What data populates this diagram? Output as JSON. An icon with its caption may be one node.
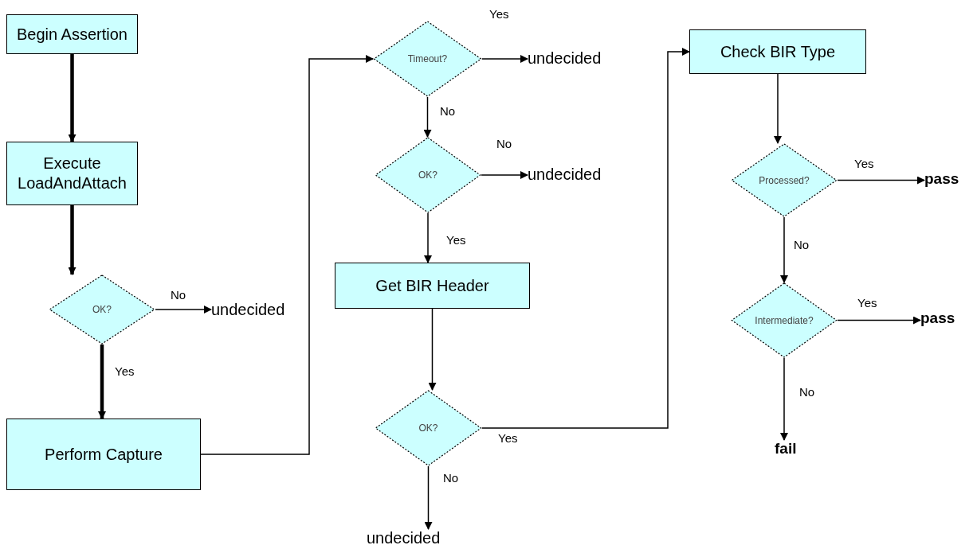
{
  "diagram": {
    "nodes": [
      {
        "text": [
          "Begin Assertion"
        ]
      },
      {
        "text": [
          "Execute LoadAndAttach"
        ]
      },
      {
        "text": [
          "OK?"
        ]
      },
      {
        "text": [
          "undecided"
        ]
      },
      {
        "text": [
          "Perform Capture"
        ]
      },
      {
        "text": [
          "Timeout?"
        ]
      },
      {
        "text": [
          "undecided"
        ]
      },
      {
        "text": [
          "OK?"
        ]
      },
      {
        "text": [
          "undecided"
        ]
      },
      {
        "text": [
          "Get BIR Header"
        ]
      },
      {
        "text": [
          "OK?"
        ]
      },
      {
        "text": [
          "undecided"
        ]
      },
      {
        "text": [
          "Check BIR Type"
        ]
      },
      {
        "text": [
          "Processed?"
        ]
      },
      {
        "text": [
          "pass"
        ]
      },
      {
        "text": [
          "Intermediate?"
        ]
      },
      {
        "text": [
          "pass"
        ]
      },
      {
        "text": [
          "fail"
        ]
      }
    ],
    "edges": [
      {
        "from": 0,
        "to": 1,
        "arrow": "to",
        "style": "thick"
      },
      {
        "from": 1,
        "to": 2,
        "arrow": "to",
        "style": "thick"
      },
      {
        "from": 2,
        "to": 3,
        "arrow": "to",
        "label": "No"
      },
      {
        "from": 2,
        "to": 4,
        "arrow": "to",
        "label": "Yes",
        "style": "thick"
      },
      {
        "from": 4,
        "to": 5,
        "arrow": "to"
      },
      {
        "from": 5,
        "to": 6,
        "arrow": "to",
        "label": "Yes"
      },
      {
        "from": 5,
        "to": 7,
        "arrow": "to",
        "label": "No"
      },
      {
        "from": 7,
        "to": 8,
        "arrow": "to",
        "label": "No"
      },
      {
        "from": 7,
        "to": 9,
        "arrow": "to",
        "label": "Yes"
      },
      {
        "from": 9,
        "to": 10,
        "arrow": "to"
      },
      {
        "from": 10,
        "to": 11,
        "arrow": "to",
        "label": "No"
      },
      {
        "from": 10,
        "to": 12,
        "arrow": "to",
        "label": "Yes"
      },
      {
        "from": 12,
        "to": 13,
        "arrow": "to"
      },
      {
        "from": 13,
        "to": 14,
        "arrow": "to",
        "label": "Yes"
      },
      {
        "from": 13,
        "to": 15,
        "arrow": "to",
        "label": "No"
      },
      {
        "from": 15,
        "to": 16,
        "arrow": "to",
        "label": "Yes"
      },
      {
        "from": 15,
        "to": 17,
        "arrow": "to",
        "label": "No"
      }
    ]
  }
}
